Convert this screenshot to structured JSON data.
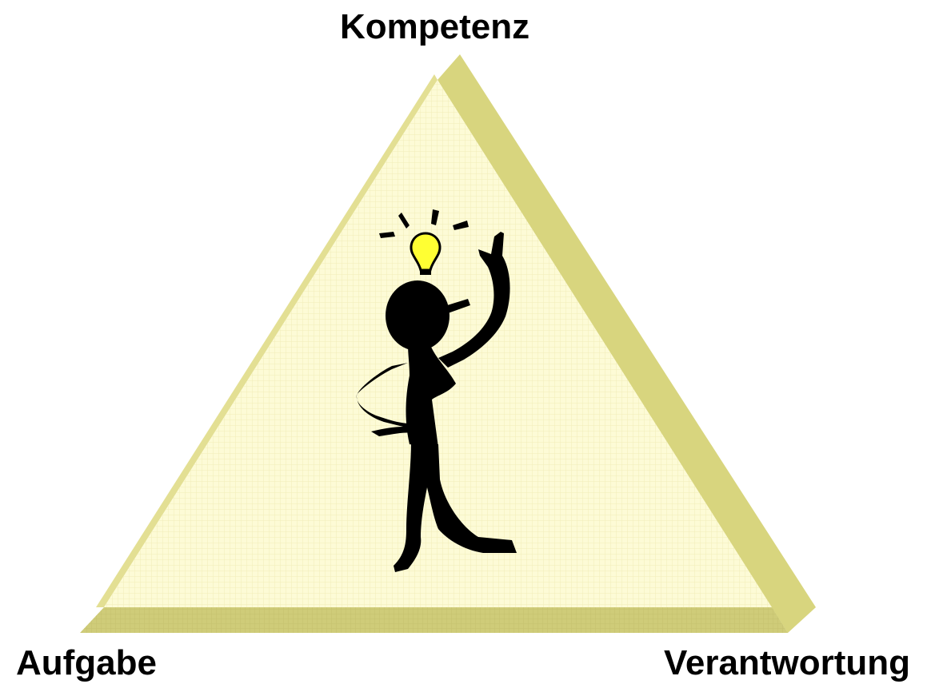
{
  "labels": {
    "top": "Kompetenz",
    "left": "Aufgabe",
    "right": "Verantwortung"
  },
  "colors": {
    "face": "#fdfbd6",
    "edge_left": "#e3df93",
    "edge_right": "#d8d57e",
    "edge_bottom": "#cfcc79",
    "bulb": "#ffff33",
    "figure": "#000000"
  },
  "icons": {
    "figure": "idea-person-icon",
    "bulb": "lightbulb-icon"
  }
}
